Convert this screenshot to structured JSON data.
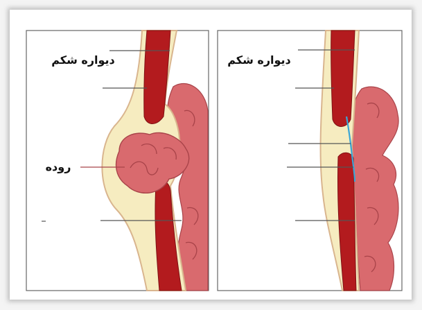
{
  "panels": {
    "left": {
      "wall_label": "دیواره شکم",
      "intestine_label": "روده"
    },
    "right": {
      "wall_label": "دیواره شکم"
    }
  },
  "colors": {
    "muscle": "#b31b1e",
    "muscle_edge": "#7e1014",
    "fat": "#f6ecc0",
    "skin_edge": "#d9b58e",
    "intestine": "#d96a6e",
    "intestine_fold": "#a84349",
    "leader_line": "#555555",
    "peritoneum": "#3aa6d6",
    "panel_border": "#666666"
  }
}
